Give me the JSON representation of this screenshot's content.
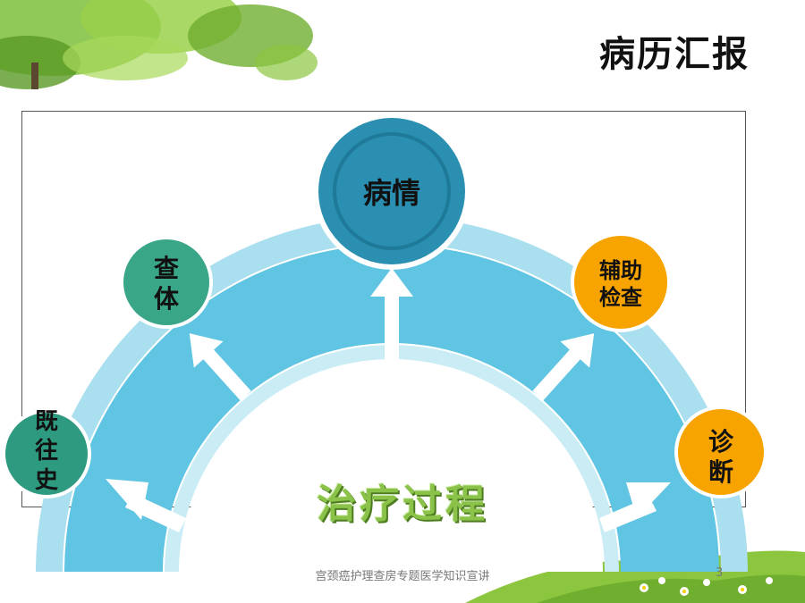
{
  "title": "病历汇报",
  "center_label": "治疗过程",
  "nodes": {
    "history": [
      "既",
      "往",
      "史"
    ],
    "exam": [
      "查",
      "体"
    ],
    "condition": "病情",
    "auxiliary": [
      "辅助",
      "检查"
    ],
    "diagnosis": [
      "诊",
      "断"
    ]
  },
  "footer": "宫颈癌护理查房专题医学知识宣讲",
  "page_number": "3",
  "colors": {
    "arc_outer": "#a9dfee",
    "arc_main": "#5fc5e3",
    "arc_light": "#c9ecf5",
    "node_teal": "#2e9a80",
    "node_blue": "#2a8fb0",
    "node_orange": "#f7a400",
    "center_text": "#8BC34A"
  }
}
